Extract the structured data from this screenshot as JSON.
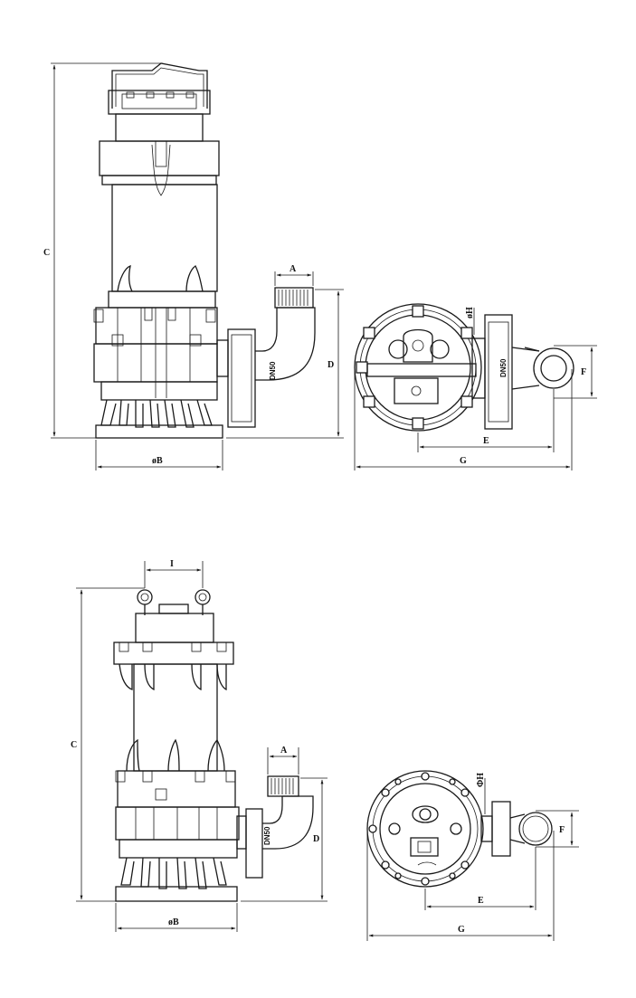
{
  "views": {
    "top_side": {
      "dim_A": "A",
      "dim_B": "øB",
      "dim_C": "C",
      "dim_D": "D",
      "flange_label": "DN50"
    },
    "top_plan": {
      "dim_E": "E",
      "dim_F": "F",
      "dim_G": "G",
      "dim_H": "øH",
      "flange_label": "DN50"
    },
    "bottom_side": {
      "dim_A": "A",
      "dim_B": "øB",
      "dim_C": "C",
      "dim_D": "D",
      "dim_I": "I",
      "flange_label": "DN50"
    },
    "bottom_plan": {
      "dim_E": "E",
      "dim_F": "F",
      "dim_G": "G",
      "dim_H": "ΦH"
    }
  }
}
